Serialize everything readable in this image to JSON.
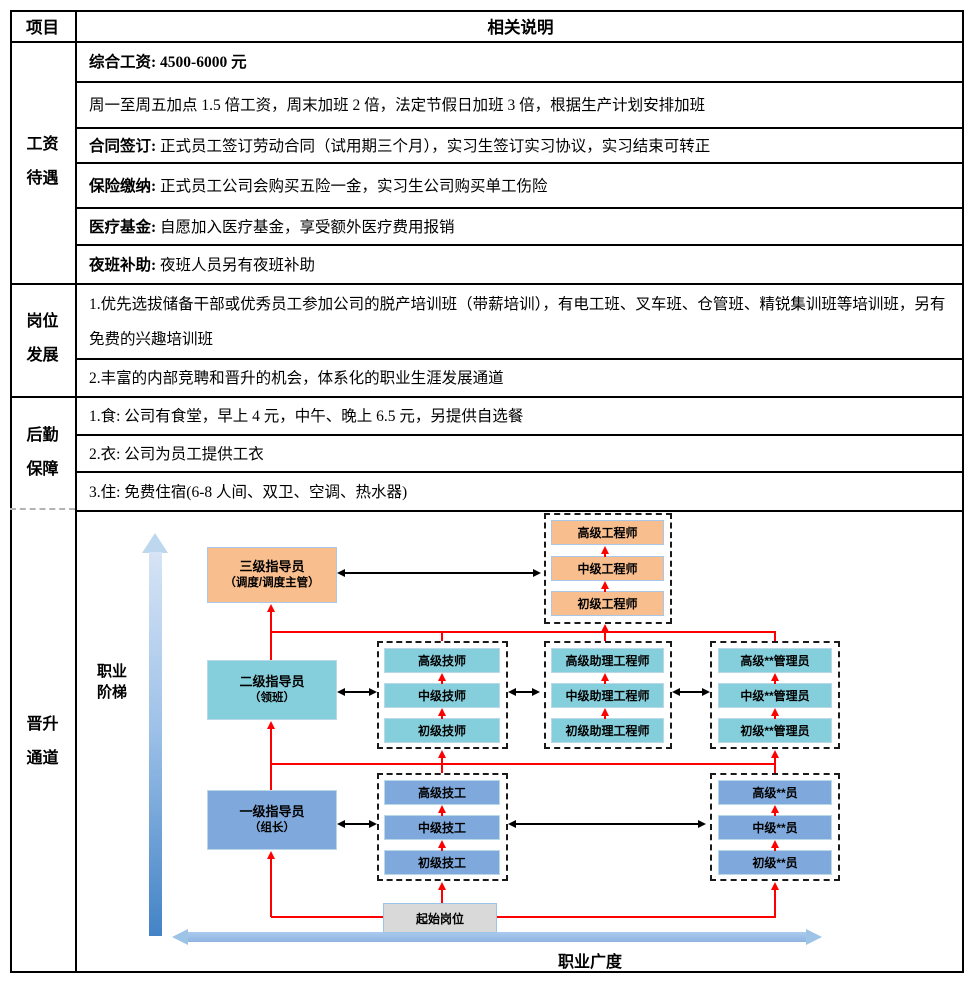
{
  "table": {
    "header": {
      "item_col": "项目",
      "desc_col": "相关说明"
    },
    "sections": [
      {
        "label": [
          "工资",
          "待遇"
        ],
        "rows": [
          {
            "lead": "综合工资: ",
            "text": "4500-6000 元"
          },
          {
            "lead": "",
            "text": "周一至周五加点 1.5 倍工资，周末加班 2 倍，法定节假日加班 3 倍，根据生产计划安排加班"
          },
          {
            "lead": "合同签订: ",
            "text": "正式员工签订劳动合同（试用期三个月），实习生签订实习协议，实习结束可转正"
          },
          {
            "lead": "保险缴纳: ",
            "text": "正式员工公司会购买五险一金，实习生公司购买单工伤险"
          },
          {
            "lead": "医疗基金: ",
            "text": "自愿加入医疗基金，享受额外医疗费用报销"
          },
          {
            "lead": "夜班补助: ",
            "text": "夜班人员另有夜班补助"
          }
        ]
      },
      {
        "label": [
          "岗位",
          "发展"
        ],
        "rows": [
          {
            "lead": "",
            "text": "1.优先选拔储备干部或优秀员工参加公司的脱产培训班（带薪培训），有电工班、叉车班、仓管班、精锐集训班等培训班，另有免费的兴趣培训班"
          },
          {
            "lead": "",
            "text": "2.丰富的内部竞聘和晋升的机会，体系化的职业生涯发展通道"
          }
        ]
      },
      {
        "label": [
          "后勤",
          "保障"
        ],
        "rows": [
          {
            "lead": "",
            "text": "1.食: 公司有食堂，早上 4 元，中午、晚上 6.5 元，另提供自选餐"
          },
          {
            "lead": "",
            "text": "2.衣: 公司为员工提供工衣"
          },
          {
            "lead": "",
            "text": "3.住: 免费住宿(6-8 人间、双卫、空调、热水器)"
          }
        ]
      },
      {
        "label": [
          "晋升",
          "通道"
        ],
        "rows": []
      }
    ]
  },
  "diagram": {
    "y_axis_label": [
      "职业",
      "阶梯"
    ],
    "x_axis_label": "职业广度",
    "start_box": "起始岗位",
    "guide_level3": [
      "三级指导员",
      "（调度/调度主管）"
    ],
    "guide_level2": [
      "二级指导员",
      "（领班）"
    ],
    "guide_level1": [
      "一级指导员",
      "（组长）"
    ],
    "engineer": [
      "高级工程师",
      "中级工程师",
      "初级工程师"
    ],
    "technician": [
      "高级技师",
      "中级技师",
      "初级技师"
    ],
    "assistant_engineer": [
      "高级助理工程师",
      "中级助理工程师",
      "初级助理工程师"
    ],
    "manager": [
      "高级**管理员",
      "中级**管理员",
      "初级**管理员"
    ],
    "worker": [
      "高级技工",
      "中级技工",
      "初级技工"
    ],
    "staff": [
      "高级**员",
      "中级**员",
      "初级**员"
    ],
    "colors": {
      "orange_box": "#F9BE8E",
      "cyan_box": "#85CFDC",
      "blue_box": "#7FA9DC",
      "gray_box": "#D9D9D9",
      "promotion_line": "#FF0000",
      "axis_light_blue": "#9DC3E6",
      "axis_dark_blue": "#4383C6"
    }
  }
}
